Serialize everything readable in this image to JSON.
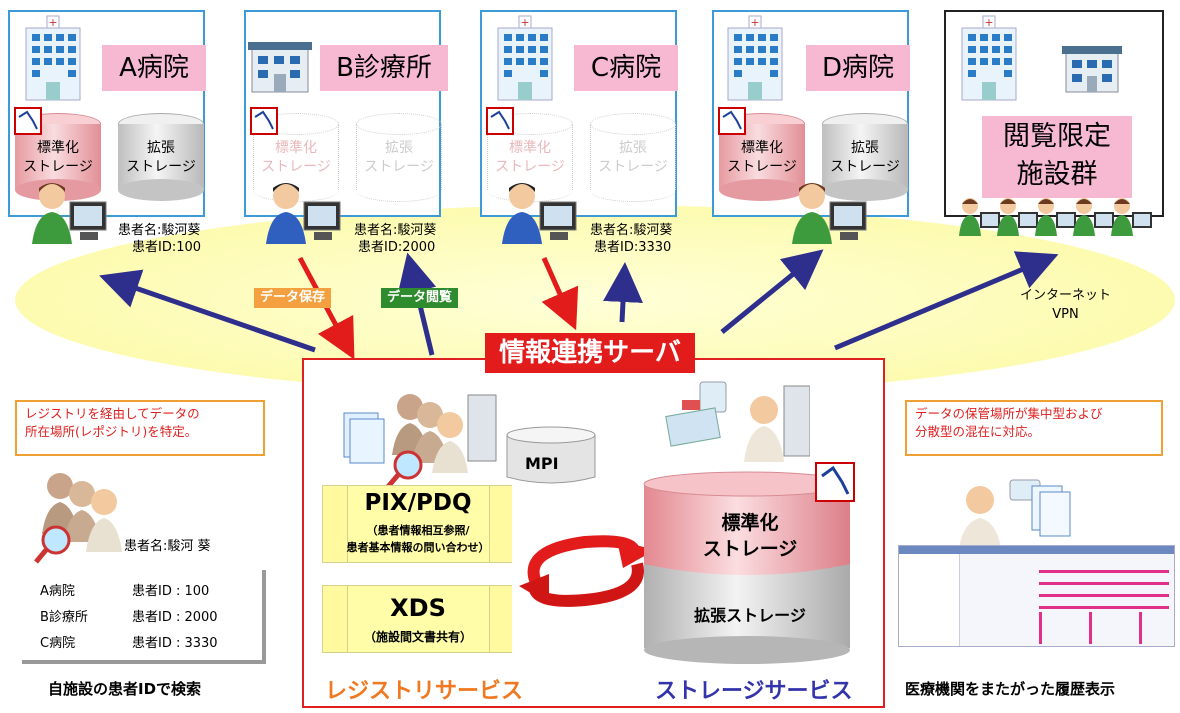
{
  "facilities": [
    {
      "name": "A病院",
      "patient_name": "患者名:駿河葵",
      "patient_id": "患者ID:100"
    },
    {
      "name": "B診療所",
      "patient_name": "患者名:駿河葵",
      "patient_id": "患者ID:2000"
    },
    {
      "name": "C病院",
      "patient_name": "患者名:駿河葵",
      "patient_id": "患者ID:3330"
    },
    {
      "name": "D病院"
    },
    {
      "name": "閲覧限定施設群"
    }
  ],
  "storage": {
    "standard": "標準化ストレージ",
    "standard_l1": "標準化",
    "standard_l2": "ストレージ",
    "extended_l1": "拡張",
    "extended_l2": "ストレージ"
  },
  "tags": {
    "save": "データ保存",
    "view": "データ閲覧"
  },
  "network": {
    "line1": "インターネット",
    "line2": "VPN"
  },
  "server": {
    "title": "情報連携サーバ",
    "mpi": "MPI",
    "pix_title": "PIX/PDQ",
    "pix_sub1": "（患者情報相互参照/",
    "pix_sub2": "患者基本情報の問い合わせ）",
    "xds_title": "XDS",
    "xds_sub": "（施設間文書共有）",
    "big_storage_l1": "標準化",
    "big_storage_l2": "ストレージ",
    "ext_storage": "拡張ストレージ",
    "registry_label": "レジストリサービス",
    "storage_label": "ストレージサービス"
  },
  "left": {
    "note_l1": "レジストリを経由してデータの",
    "note_l2": "所在場所(レポジトリ)を特定。",
    "patient_name": "患者名:駿河 葵",
    "rows": [
      {
        "facility": "A病院",
        "id": "患者ID : 100"
      },
      {
        "facility": "B診療所",
        "id": "患者ID : 2000"
      },
      {
        "facility": "C病院",
        "id": "患者ID : 3330"
      }
    ],
    "caption": "自施設の患者IDで検索"
  },
  "right": {
    "note_l1": "データの保管場所が集中型および",
    "note_l2": "分散型の混在に対応。",
    "caption": "医療機関をまたがった履歴表示"
  },
  "colors": {
    "red": "#e21b1b",
    "blue_arrow": "#2e2e8c",
    "facility_border": "#3c9ad6",
    "pink_label": "#f7b9d2",
    "orange_tag": "#f5a040",
    "green_tag": "#2e8b2e",
    "registry_text": "#f07820",
    "storage_text": "#3333aa"
  }
}
